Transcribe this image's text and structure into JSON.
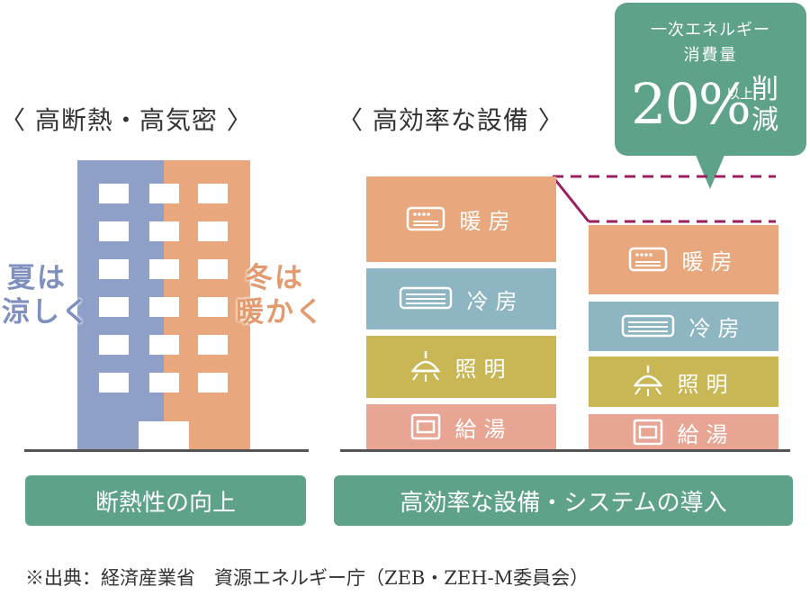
{
  "headings": {
    "left": "〈 高断熱・高気密 〉",
    "right": "〈 高効率な設備 〉"
  },
  "building": {
    "summer_label_1": "夏は",
    "summer_label_2": "涼しく",
    "winter_label_1": "冬は",
    "winter_label_2": "暖かく",
    "colors": {
      "cool": "#8e9fc8",
      "warm": "#e8a77d",
      "summer_text": "#7f8fbe",
      "winter_text": "#e29a6e"
    }
  },
  "bubble": {
    "line1": "一次エネルギー",
    "line2": "消費量",
    "percent": "20%",
    "qualifier": "以上",
    "action": "削減"
  },
  "before_stack": [
    {
      "label": "暖房",
      "icon": "heater-icon",
      "color": "#e8a77d"
    },
    {
      "label": "冷房",
      "icon": "air-conditioner-icon",
      "color": "#8db5c2"
    },
    {
      "label": "照明",
      "icon": "ceiling-light-icon",
      "color": "#c9b655"
    },
    {
      "label": "給湯",
      "icon": "water-heater-icon",
      "color": "#e9a594"
    }
  ],
  "after_stack": [
    {
      "label": "暖房",
      "icon": "heater-icon",
      "color": "#e8a77d"
    },
    {
      "label": "冷房",
      "icon": "air-conditioner-icon",
      "color": "#8db5c2"
    },
    {
      "label": "照明",
      "icon": "ceiling-light-icon",
      "color": "#c9b655"
    },
    {
      "label": "給湯",
      "icon": "water-heater-icon",
      "color": "#e9a594"
    }
  ],
  "captions": {
    "left": "断熱性の向上",
    "right": "高効率な設備・システムの導入"
  },
  "footnote": "※出典：経済産業省　資源エネルギー庁（ZEB・ZEH-M委員会）",
  "accent_colors": {
    "caption_green": "#5fa28a",
    "dashed_line": "#9a1f5e"
  }
}
